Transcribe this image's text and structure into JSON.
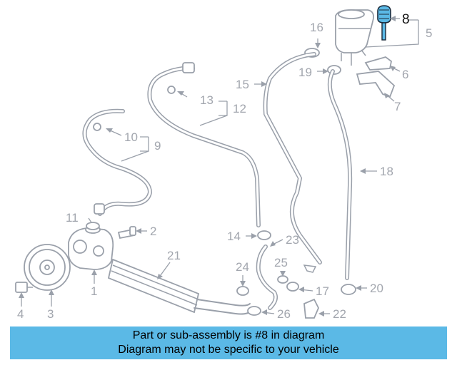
{
  "callouts": {
    "n1": "1",
    "n2": "2",
    "n3": "3",
    "n4": "4",
    "n5": "5",
    "n6": "6",
    "n7": "7",
    "n8": "8",
    "n9": "9",
    "n10": "10",
    "n11": "11",
    "n12": "12",
    "n13": "13",
    "n14": "14",
    "n15": "15",
    "n16": "16",
    "n17": "17",
    "n18": "18",
    "n19": "19",
    "n20": "20",
    "n21": "21",
    "n22": "22",
    "n23": "23",
    "n24": "24",
    "n25": "25",
    "n26": "26"
  },
  "highlighted_part": "8",
  "banner": {
    "line1": "Part or sub-assembly is #8 in diagram",
    "line2": "Diagram may not be specific to your vehicle"
  },
  "colors": {
    "banner_bg": "#5bb9e6",
    "highlight_part": "#5bb9e6",
    "line_art": "#9aa0aa"
  }
}
